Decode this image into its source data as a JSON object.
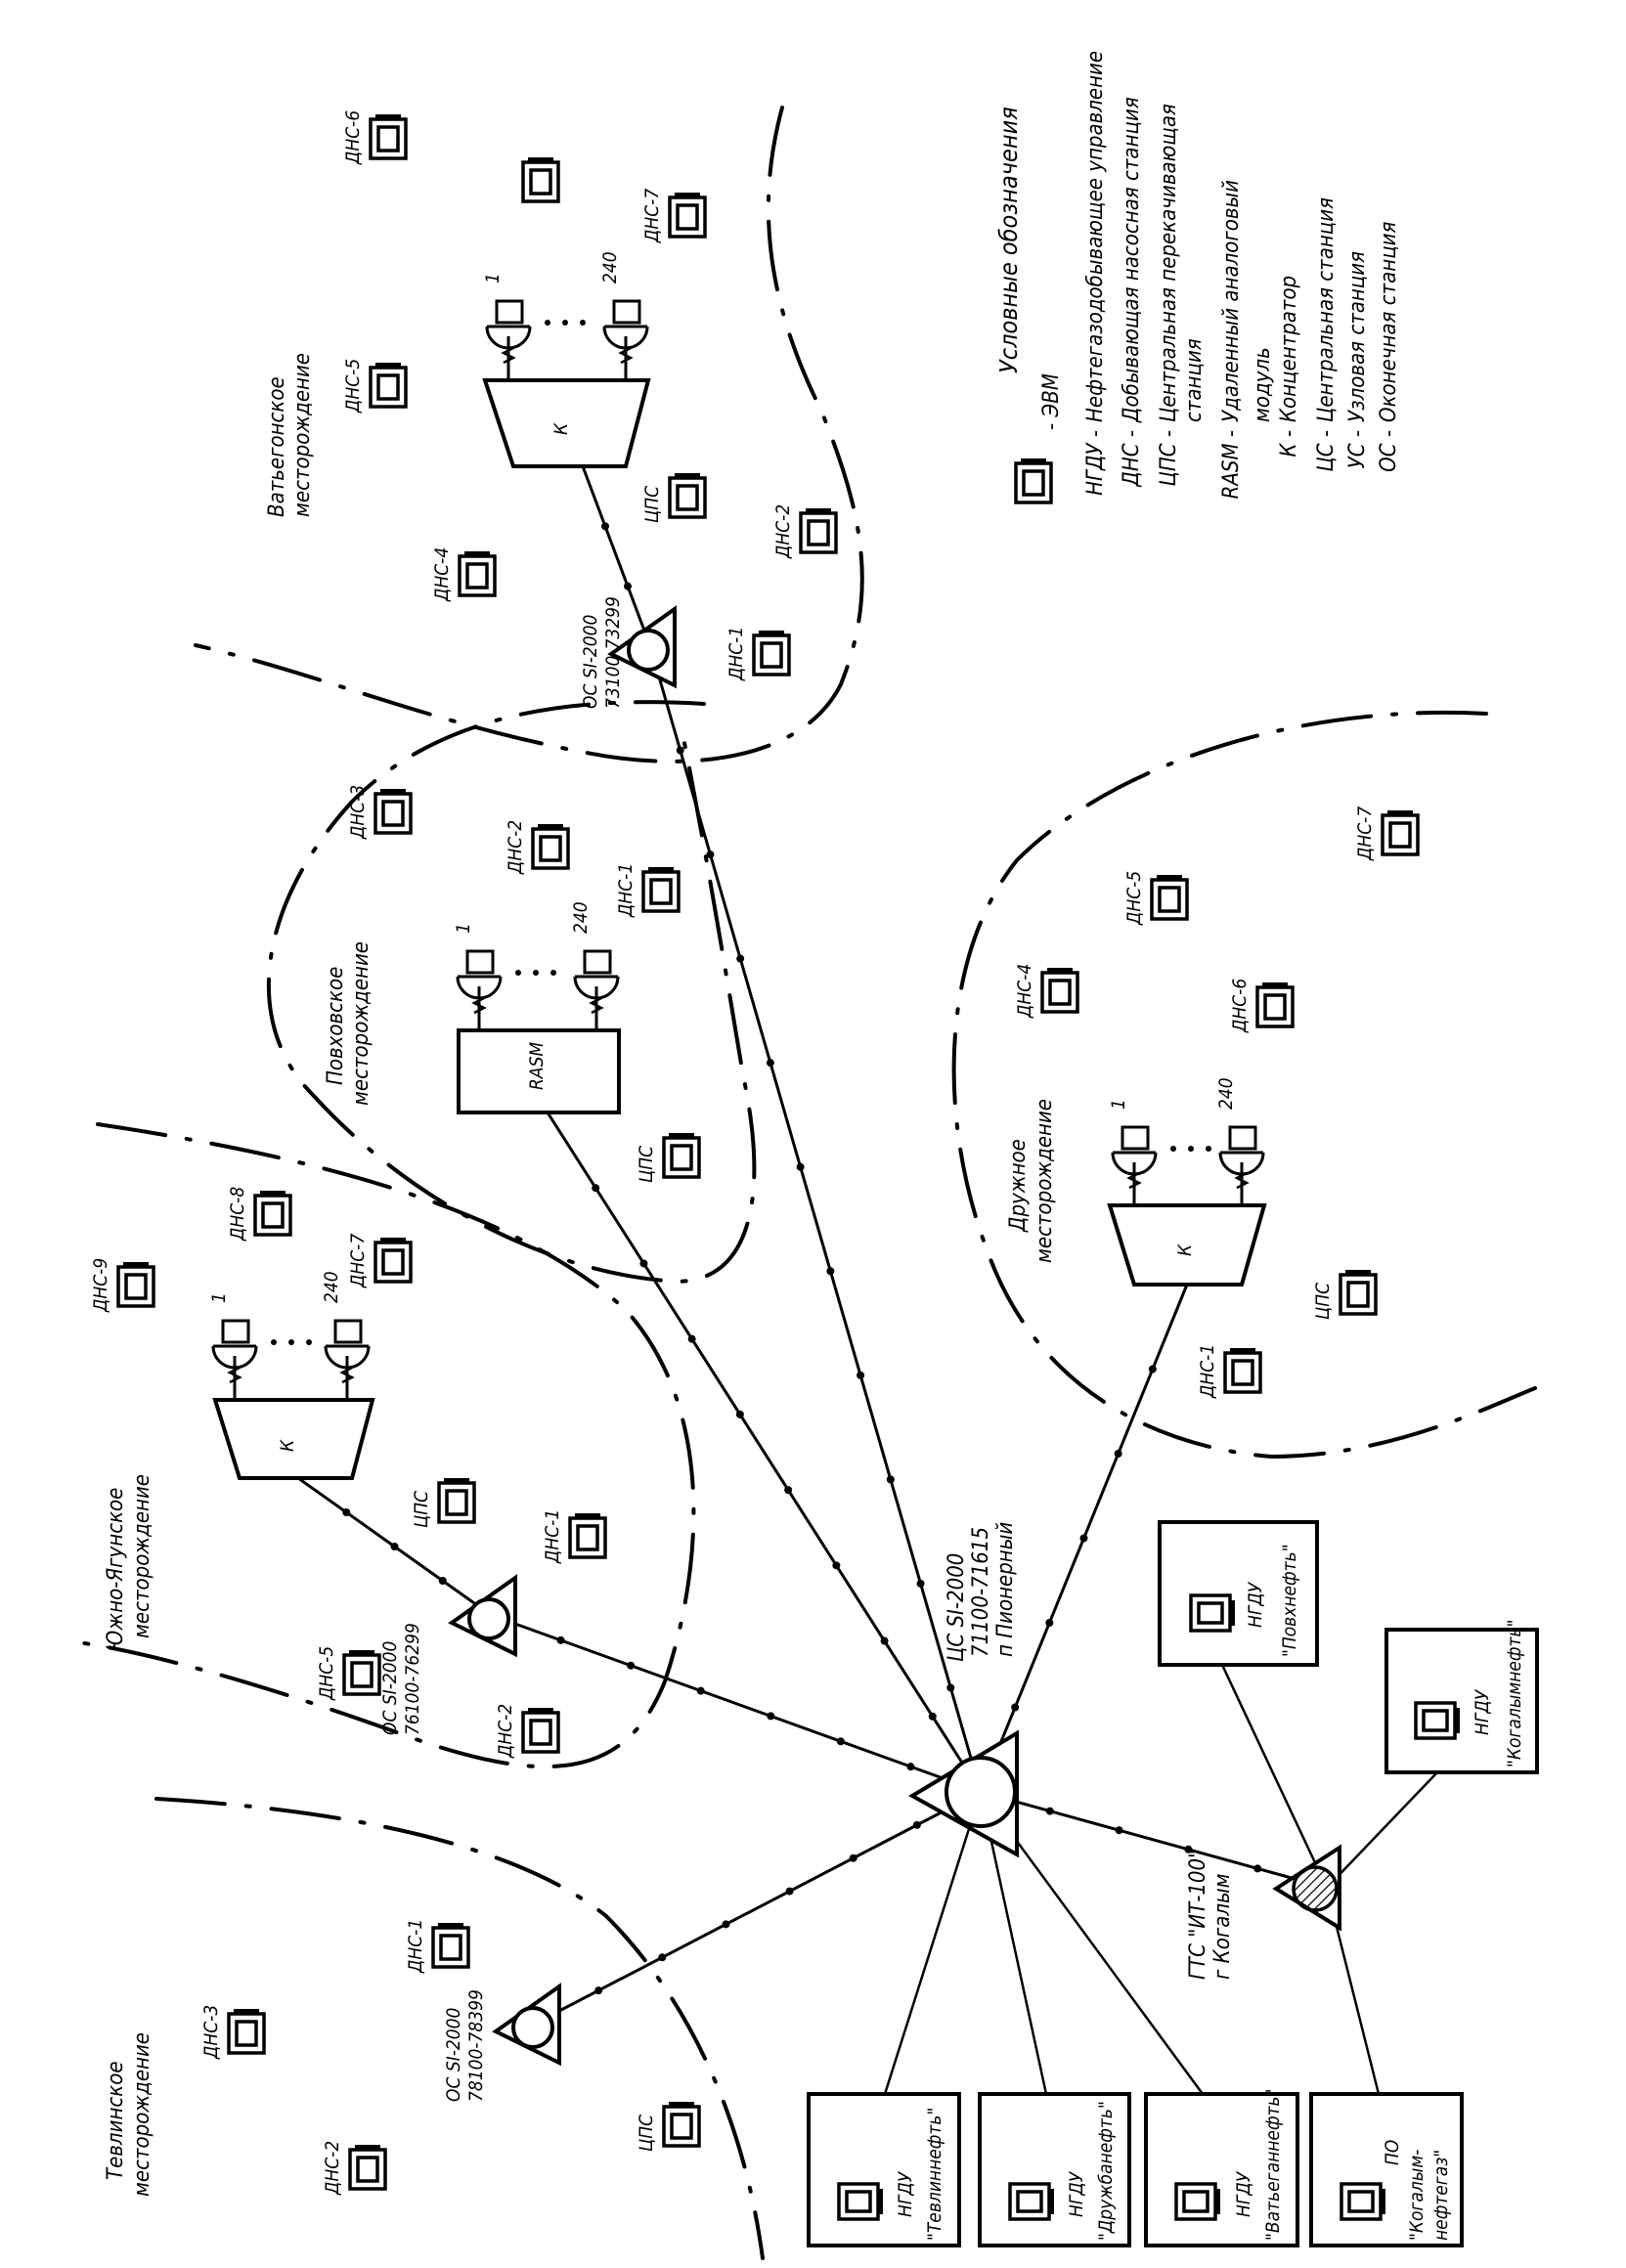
{
  "legend": {
    "title": "Условные обозначения",
    "computer_icon_label": "- ЭВМ",
    "items": [
      {
        "abbr": "НГДУ -",
        "text": "Нефтегазодобывающее управление"
      },
      {
        "abbr": "ДНС -",
        "text": "Добывающая насосная станция"
      },
      {
        "abbr": "ЦПС -",
        "text": "Центральная перекачивающая"
      },
      {
        "abbr": "",
        "text": "станция"
      },
      {
        "abbr": "RASM -",
        "text": "Удаленный аналоговый"
      },
      {
        "abbr": "",
        "text": "модуль"
      },
      {
        "abbr": "К -",
        "text": "Концентратор"
      },
      {
        "abbr": "ЦС -",
        "text": "Центральная станция"
      },
      {
        "abbr": "УС -",
        "text": "Узловая станция"
      },
      {
        "abbr": "ОС -",
        "text": "Оконечная станция"
      }
    ]
  },
  "central_station": {
    "line1": "ЦС SI-2000",
    "line2": "71100-71615",
    "line3": "п Пионерный"
  },
  "city_exchange": {
    "line1": "ГТС \"ИТ-100\"",
    "line2": "г Когалым"
  },
  "fields": {
    "vatyegan": {
      "name1": "Ватьегонское",
      "name2": "месторождение",
      "os": {
        "line1": "ОС SI-2000",
        "line2": "73100-73299"
      },
      "concentrator": "К",
      "sub_first": "1",
      "sub_last": "240",
      "stations": [
        "ДНС-6",
        "",
        "ДНС-7",
        "ДНС-5",
        "ЦПС",
        "ДНС-2",
        "ДНС-4",
        "ДНС-1"
      ]
    },
    "povkh": {
      "name1": "Повховское",
      "name2": "месторождение",
      "rasm": "RASM",
      "sub_first": "1",
      "sub_last": "240",
      "stations": [
        "ДНС-3",
        "ДНС-2",
        "ДНС-1",
        "ЦПС"
      ]
    },
    "yuzhno": {
      "name1": "Южно-Ягунское",
      "name2": "месторождение",
      "os": {
        "line1": "ОС SI-2000",
        "line2": "76100-76299"
      },
      "concentrator": "К",
      "sub_first": "1",
      "sub_last": "240",
      "stations": [
        "ДНС-9",
        "ДНС-8",
        "ДНС-7",
        "ЦПС",
        "ДНС-1",
        "ДНС-5",
        "ДНС-2"
      ]
    },
    "druzhnoe": {
      "name1": "Дружное",
      "name2": "месторождение",
      "concentrator": "К",
      "sub_first": "1",
      "sub_last": "240",
      "stations": [
        "ДНС-4",
        "ДНС-5",
        "ДНС-7",
        "ДНС-6",
        "ЦПС",
        "ДНС-1"
      ]
    },
    "tevlin": {
      "name1": "Тевлинское",
      "name2": "месторождение",
      "os": {
        "line1": "ОС SI-2000",
        "line2": "78100-78399"
      },
      "stations": [
        "ДНС-1",
        "ДНС-3",
        "ДНС-2",
        "ЦПС"
      ]
    }
  },
  "offices": [
    {
      "line1": "НГДУ",
      "line2": "\"Тевлиннефть\""
    },
    {
      "line1": "НГДУ",
      "line2": "\"Дружбанефть\""
    },
    {
      "line1": "НГДУ",
      "line2": "\"Ватьеганнефть\""
    },
    {
      "line1": "ПО",
      "line2": "\"Когалым-",
      "line3": "нефтегаз\""
    },
    {
      "line1": "НГДУ",
      "line2": "\"Повхнефть\""
    },
    {
      "line1": "НГДУ",
      "line2": "\"Когалымнефть\""
    }
  ]
}
